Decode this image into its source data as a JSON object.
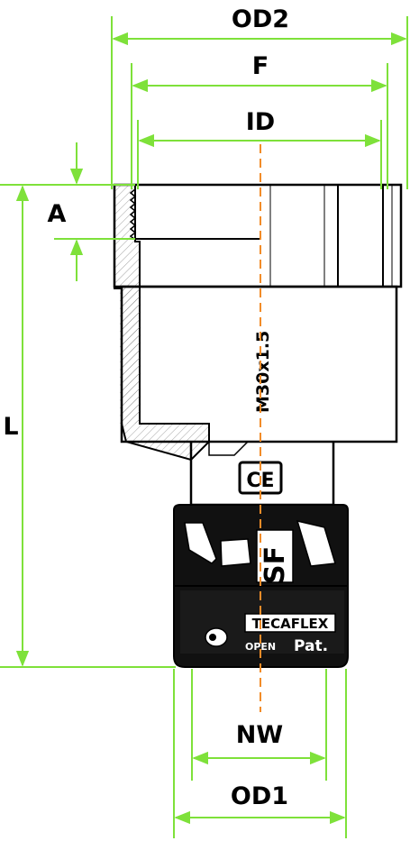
{
  "dimensions": {
    "od2": "OD2",
    "f": "F",
    "id": "ID",
    "a": "A",
    "l": "L",
    "nw": "NW",
    "od1": "OD1"
  },
  "thread": "M30x1.5",
  "markings": {
    "ce": "CE",
    "sf": "SF",
    "brand": "TECAFLEX",
    "open": "OPEN",
    "pat": "Pat."
  },
  "colors": {
    "dimension": "#7ee13a",
    "centerline": "#f28c28",
    "outline": "#000000",
    "hatch": "#666666"
  }
}
